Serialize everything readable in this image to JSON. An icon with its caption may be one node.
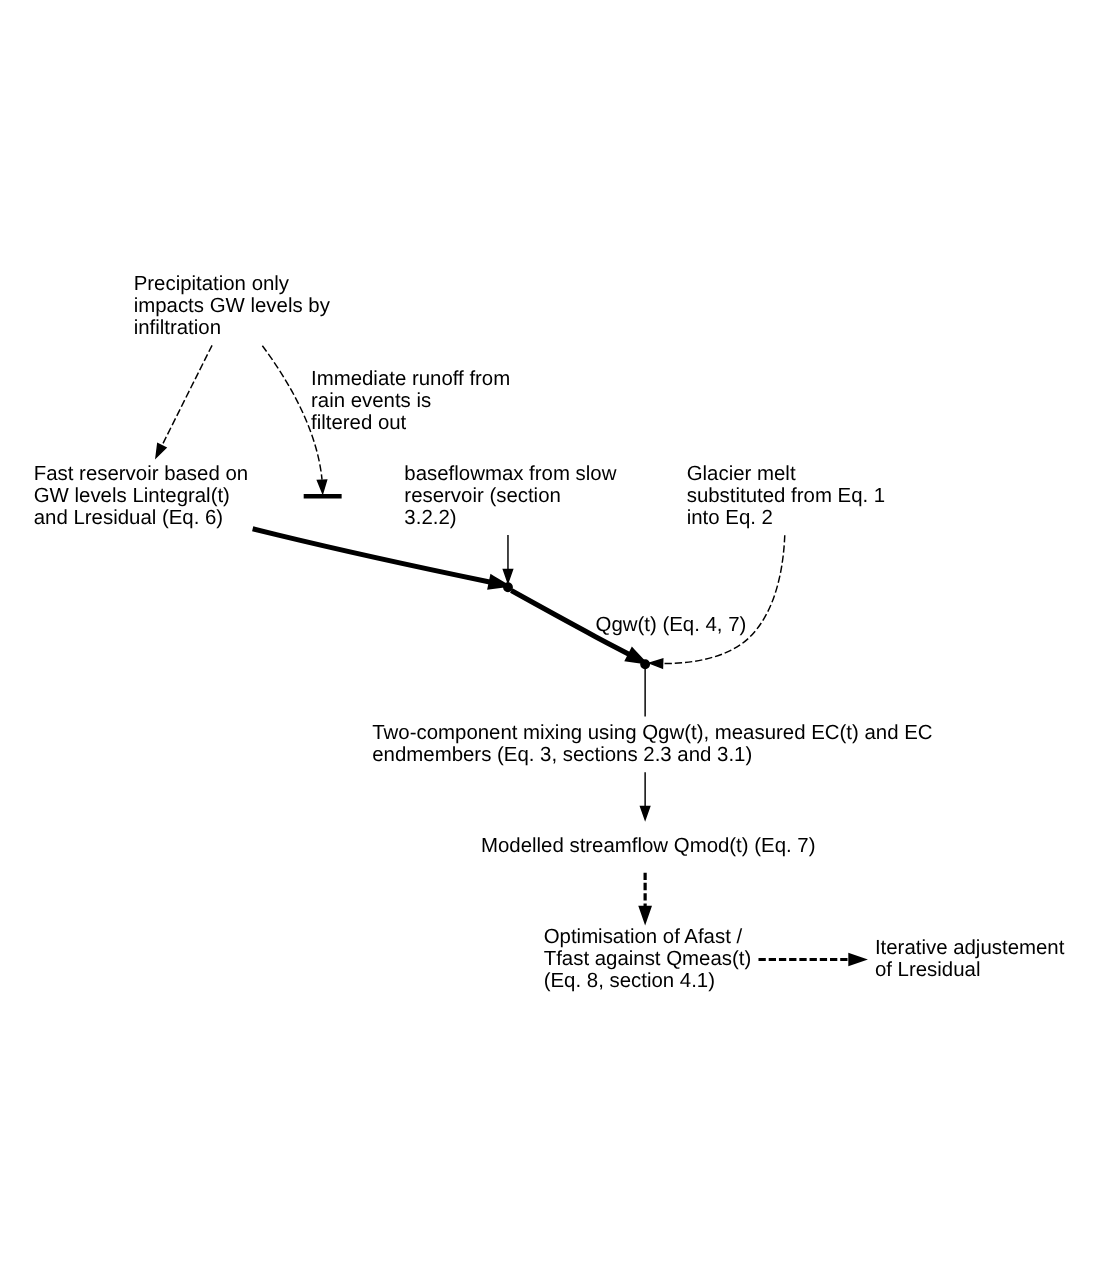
{
  "diagram": {
    "nodes": [
      {
        "text": [
          "Precipitation only impacts GW levels by infiltration"
        ]
      },
      {
        "text": [
          "Fast reservoir based on GW levels Lintegral(t) and Lresidual (Eq. 6)"
        ]
      },
      {
        "text": [],
        "shape": "bar"
      },
      {
        "text": [
          "baseflowmax from slow reservoir (section 3.2.2)"
        ]
      },
      {
        "text": [],
        "shape": "point"
      },
      {
        "text": [
          "Glacier melt substituted from Eq. 1 into Eq. 2"
        ]
      },
      {
        "text": [],
        "shape": "point"
      },
      {
        "text": [
          "Two-component mixing using Qgw(t), measured EC(t) and EC endmembers (Eq. 3, sections 2.3 and 3.1)"
        ]
      },
      {
        "text": [
          "Modelled streamflow Qmod(t) (Eq. 7)"
        ]
      },
      {
        "text": [
          "Optimisation of Afast / Tfast against Qmeas(t) (Eq. 8, section 4.1)"
        ]
      },
      {
        "text": [
          "Iterative adjustement of Lresidual"
        ]
      }
    ],
    "edges": [
      {
        "from": 0,
        "to": 1,
        "arrow": "to",
        "style": "dashed"
      },
      {
        "from": 0,
        "to": 2,
        "arrow": "to",
        "style": "dashed",
        "label": "Immediate runoff from rain events is filtered out"
      },
      {
        "from": 1,
        "to": 4,
        "arrow": "to",
        "style": "thick"
      },
      {
        "from": 3,
        "to": 4,
        "arrow": "to"
      },
      {
        "from": 4,
        "to": 6,
        "arrow": "to",
        "style": "thick",
        "label": "Qgw(t) (Eq. 4, 7)"
      },
      {
        "from": 5,
        "to": 6,
        "arrow": "to",
        "style": "dashed"
      },
      {
        "from": 6,
        "to": 7,
        "arrow": "none"
      },
      {
        "from": 7,
        "to": 8,
        "arrow": "to"
      },
      {
        "from": 8,
        "to": 9,
        "arrow": "to",
        "style": "dashed"
      },
      {
        "from": 9,
        "to": 10,
        "arrow": "to",
        "style": "dashed"
      }
    ]
  }
}
